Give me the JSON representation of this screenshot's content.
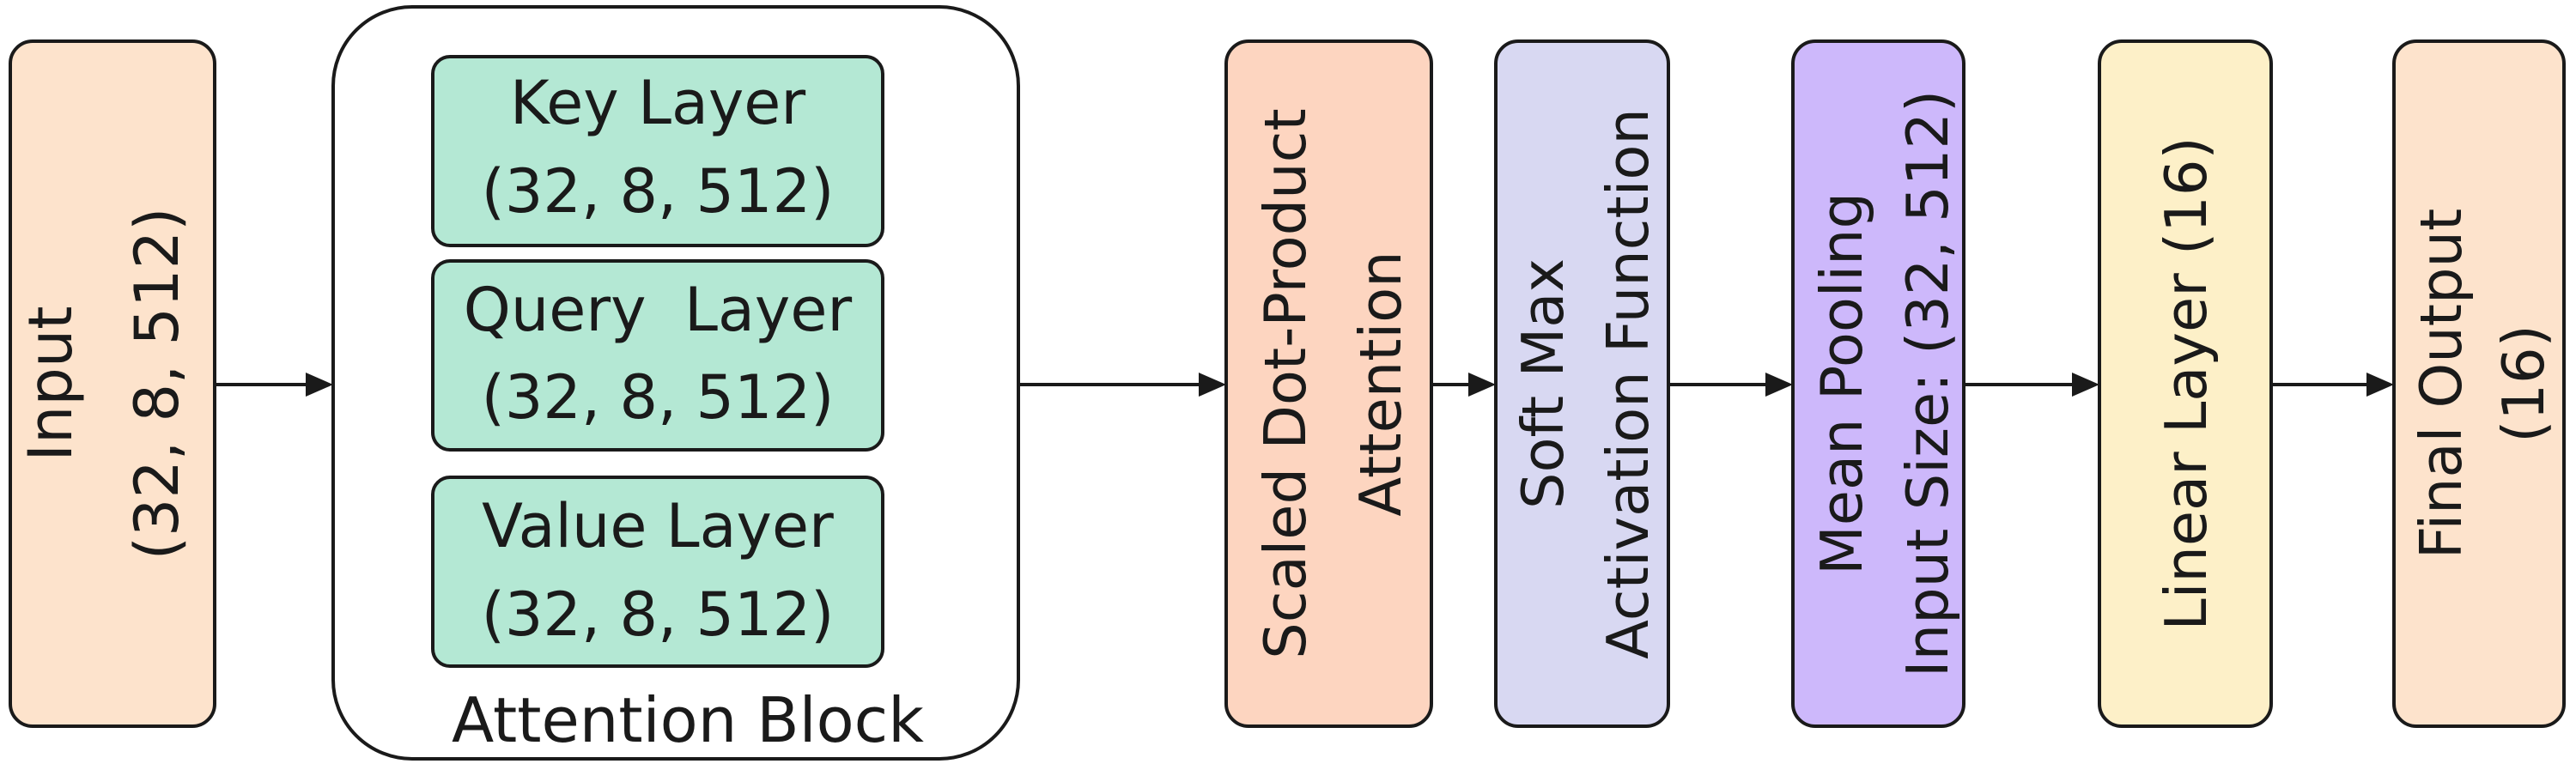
{
  "colors": {
    "input": "#fde3cc",
    "key": "#b4e8d4",
    "query": "#b4e8d4",
    "value": "#b4e8d4",
    "attention": "#fdd5c0",
    "softmax": "#d8d8f2",
    "pooling": "#cdb8fb",
    "linear": "#fdf0c8",
    "output": "#fde3cc",
    "stroke": "#1a1a1a",
    "background": "#ffffff"
  },
  "input": {
    "line1": "Input",
    "line2": "(32, 8, 512)"
  },
  "attention_block": {
    "label": "Attention Block",
    "key": {
      "line1": "Key Layer",
      "line2": "(32, 8, 512)"
    },
    "query": {
      "line1": "Query  Layer",
      "line2": "(32, 8, 512)"
    },
    "value": {
      "line1": "Value Layer",
      "line2": "(32, 8, 512)"
    }
  },
  "scaled_dot": {
    "line1": "Scaled Dot-Product",
    "line2": "Attention"
  },
  "softmax": {
    "line1": "Soft Max",
    "line2": "Activation Function"
  },
  "pooling": {
    "line1": "Mean Pooling",
    "line2": "Input Size: (32, 512)"
  },
  "linear": {
    "line1": "Linear Layer (16)"
  },
  "output": {
    "line1": "Final Output",
    "line2": "(16)"
  }
}
